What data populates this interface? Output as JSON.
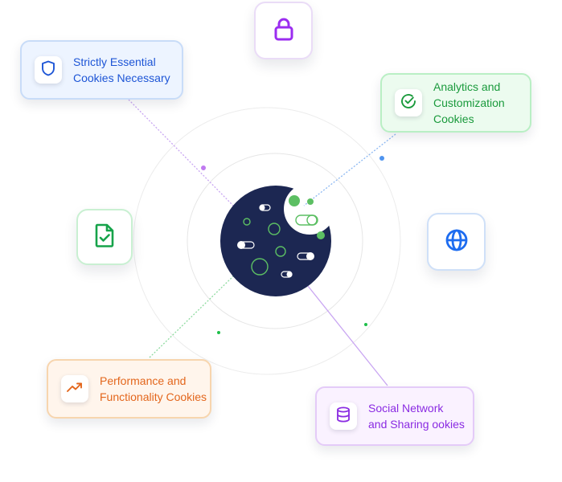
{
  "cards": {
    "essential": {
      "line1": "Strictly Essential",
      "line2": "Cookies Necessary",
      "icon": "shield-icon",
      "color": "#1d55d6"
    },
    "analytics": {
      "line1": "Analytics and",
      "line2": "Customization",
      "line3": "Cookies",
      "icon": "check-circle-icon",
      "color": "#1a9a3c"
    },
    "performance": {
      "line1": "Performance and",
      "line2": "Functionality Cookies",
      "icon": "trending-up-icon",
      "color": "#e3661c"
    },
    "social": {
      "line1": "Social Network",
      "line2": "and Sharing ookies",
      "icon": "database-icon",
      "color": "#8a2be2"
    }
  },
  "icons": {
    "top": {
      "icon": "lock-icon",
      "color": "#9b2df0"
    },
    "left": {
      "icon": "file-check-icon",
      "color": "#16a34a"
    },
    "right": {
      "icon": "globe-icon",
      "color": "#1d6cf0"
    }
  },
  "center": {
    "icon": "cookie-icon",
    "color": "#1c2752",
    "accent": "#5cbf63"
  }
}
